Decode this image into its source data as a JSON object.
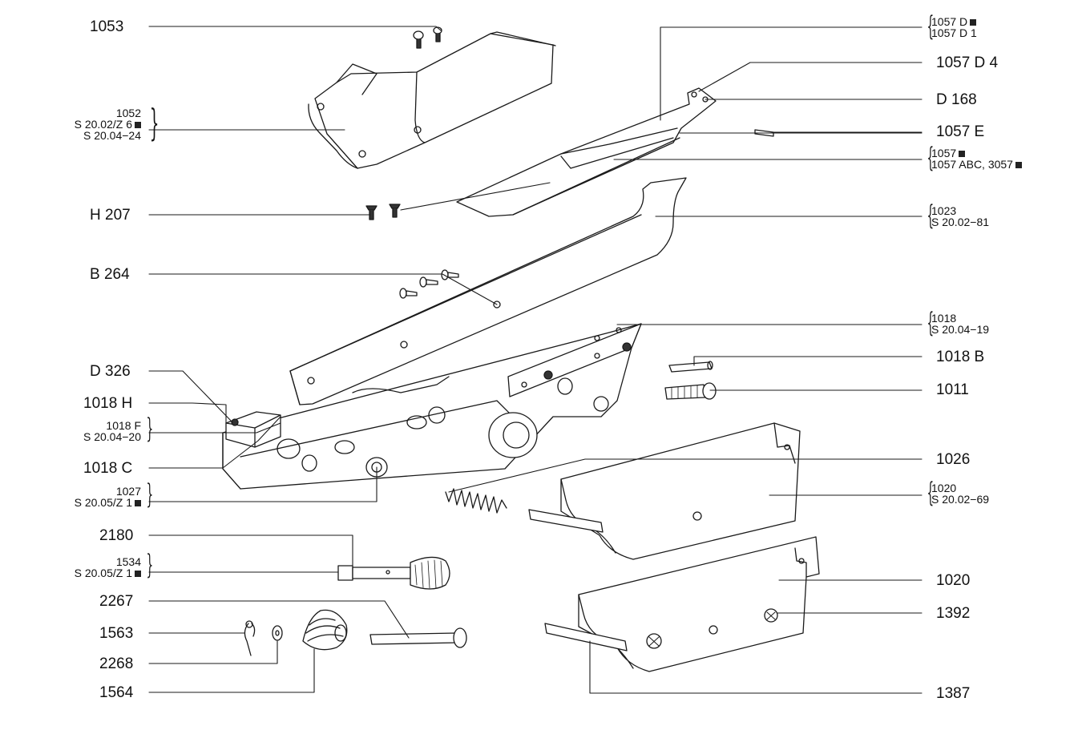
{
  "left": {
    "l1053": "1053",
    "l1052": {
      "a": "1052",
      "b": "S 20.02/Z 6",
      "c": "S 20.04−24"
    },
    "lh207": "H 207",
    "lb264": "B 264",
    "ld326": "D 326",
    "l1018h": "1018 H",
    "l1018f": {
      "a": "1018 F",
      "b": "S 20.04−20"
    },
    "l1018c": "1018 C",
    "l1027": {
      "a": "1027",
      "b": "S 20.05/Z 1"
    },
    "l2180": "2180",
    "l1534": {
      "a": "1534",
      "b": "S 20.05/Z 1"
    },
    "l2267": "2267",
    "l1563": "1563",
    "l2268": "2268",
    "l1564": "1564"
  },
  "right": {
    "l1057d": {
      "a": "1057 D",
      "b": "1057 D 1"
    },
    "l1057d4": "1057 D 4",
    "ld168": "D 168",
    "l1057e": "1057 E",
    "l1057": {
      "a": "1057",
      "b": "1057 ABC,  3057"
    },
    "l1023": {
      "a": "1023",
      "b": "S  20.02−81"
    },
    "l1018": {
      "a": "1018",
      "b": "S  20.04−19"
    },
    "l1018b": "1018 B",
    "l1011": "1011",
    "l1026": "1026",
    "l1020a": {
      "a": "1020",
      "b": "S  20.02−69"
    },
    "l1020": "1020",
    "l1392": "1392",
    "l1387": "1387"
  }
}
